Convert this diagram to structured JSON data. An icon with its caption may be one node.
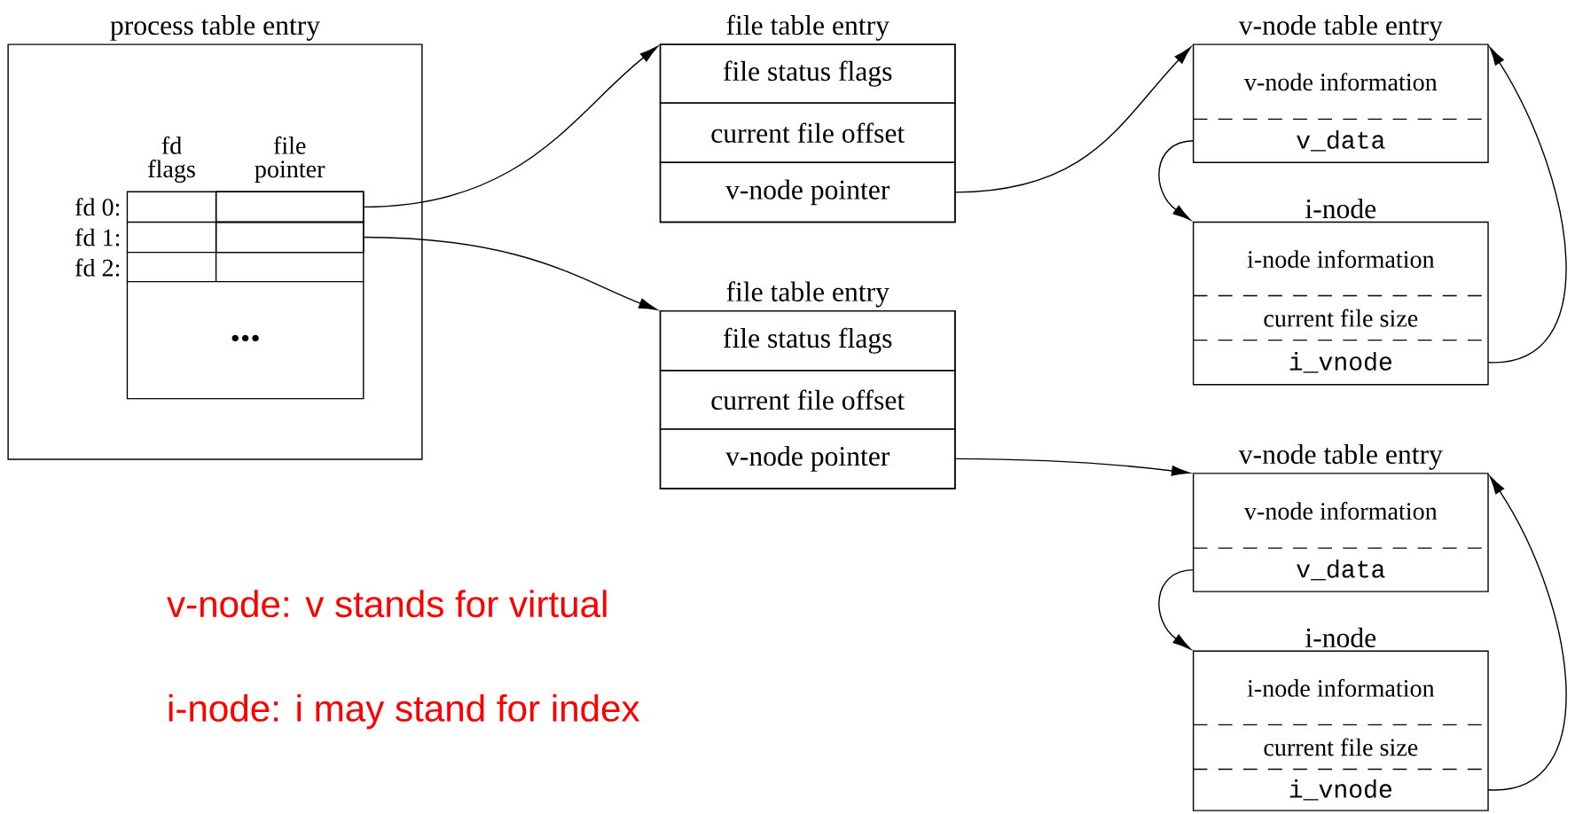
{
  "diagram": {
    "nodes": [
      {
        "text": [
          "process table entry"
        ]
      },
      {
        "text": [],
        "shape": "box",
        "in": 0
      },
      {
        "text": [],
        "shape": "box",
        "in": 0
      },
      {
        "text": [
          "file table entry"
        ]
      },
      {
        "text": [
          "file status flags"
        ],
        "in": 3
      },
      {
        "text": [
          "current file offset"
        ],
        "in": 3
      },
      {
        "text": [
          "v-node pointer"
        ],
        "in": 3
      },
      {
        "text": [
          "v-node table entry"
        ]
      },
      {
        "text": [
          "v-node information"
        ],
        "in": 7
      },
      {
        "text": [
          "v_data"
        ],
        "in": 7
      },
      {
        "text": [
          "i-node"
        ]
      },
      {
        "text": [
          "i-node information"
        ],
        "in": 10
      },
      {
        "text": [
          "current file size"
        ],
        "in": 10
      },
      {
        "text": [
          "i_vnode"
        ],
        "in": 10
      },
      {
        "text": [
          "file table entry"
        ]
      },
      {
        "text": [
          "file status flags"
        ],
        "in": 14
      },
      {
        "text": [
          "current file offset"
        ],
        "in": 14
      },
      {
        "text": [
          "v-node pointer"
        ],
        "in": 14
      },
      {
        "text": [
          "v-node table entry"
        ]
      },
      {
        "text": [
          "v-node information"
        ],
        "in": 18
      },
      {
        "text": [
          "v_data"
        ],
        "in": 18
      },
      {
        "text": [
          "i-node"
        ]
      },
      {
        "text": [
          "i-node information"
        ],
        "in": 21
      },
      {
        "text": [
          "current file size"
        ],
        "in": 21
      },
      {
        "text": [
          "i_vnode"
        ],
        "in": 21
      }
    ],
    "edges": [
      {
        "from": 1,
        "to": 3,
        "arrow": "to"
      },
      {
        "from": 2,
        "to": 14,
        "arrow": "to"
      },
      {
        "from": 6,
        "to": 7,
        "arrow": "to"
      },
      {
        "from": 9,
        "to": 10,
        "arrow": "to"
      },
      {
        "from": 13,
        "to": 7,
        "arrow": "to"
      },
      {
        "from": 17,
        "to": 18,
        "arrow": "to"
      },
      {
        "from": 20,
        "to": 21,
        "arrow": "to"
      },
      {
        "from": 24,
        "to": 18,
        "arrow": "to"
      }
    ],
    "labels": [
      "fd flags",
      "file pointer",
      "fd 0:",
      "fd 1:",
      "fd 2:",
      "...",
      "v-node: v stands for virtual",
      "i-node: i may stand for index"
    ]
  }
}
